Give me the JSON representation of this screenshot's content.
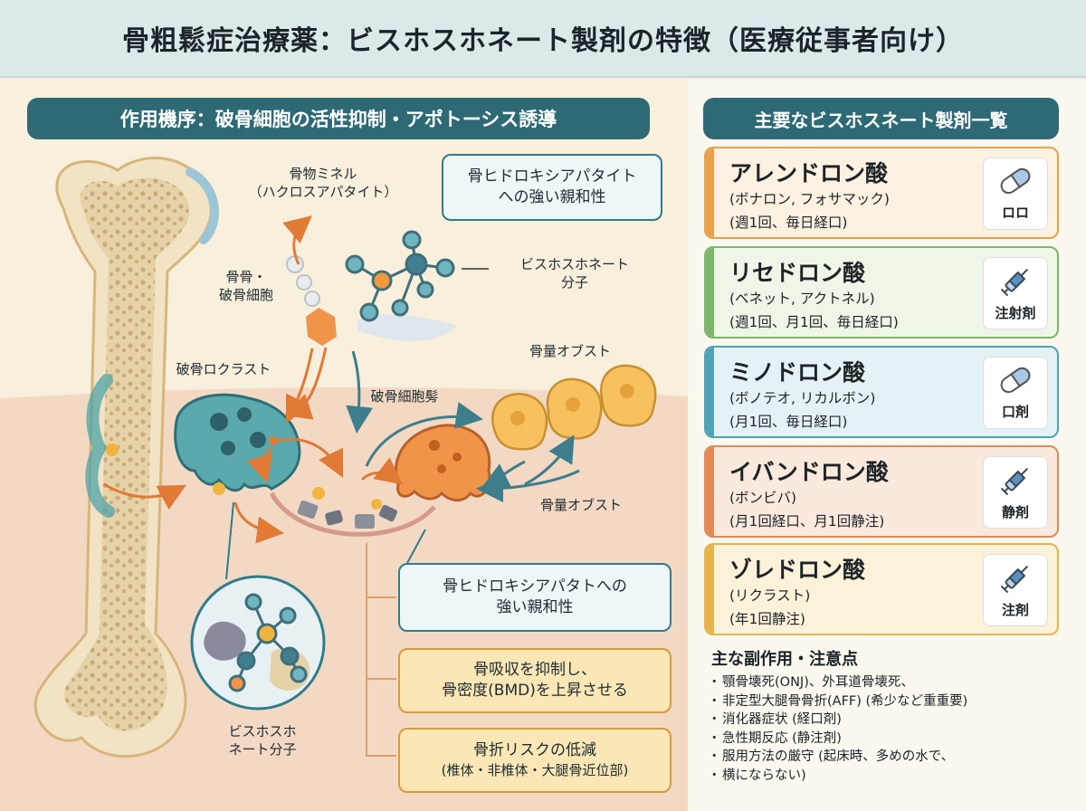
{
  "title": "骨粗鬆症治療薬：ビスホスホネート製剤の特徴（医療従事者向け）",
  "mechanism": {
    "header": "作用機序：破骨細胞の活性抑制・アポトーシス誘導",
    "labels": {
      "bone_mineral_1": "骨物ミネル",
      "bone_mineral_2": "（ハクロスアパタイト）",
      "bone_cell_1": "骨骨・",
      "bone_cell_2": "破骨細胞",
      "osteoclast": "破骨ロクラスト",
      "osteoclast_arrow": "破骨細胞髣",
      "bp_molecule_1": "ビスホスホネート",
      "bp_molecule_2": "分子",
      "osteoblast_top": "骨量オブスト",
      "osteoblast_bottom": "骨量オブスト",
      "inset_1": "ビスホスホ",
      "inset_2": "ネート分子"
    },
    "callout_top_1": "骨ヒドロキシアパタイト",
    "callout_top_2": "への強い親和性",
    "callout_mid_1": "骨ヒドロキシアパタトへの",
    "callout_mid_2": "強い親和性",
    "effect1_line1": "骨吸収を抑制し、",
    "effect1_line2": "骨密度(BMD)を上昇させる",
    "effect2_line1": "骨折リスクの低減",
    "effect2_line2": "(椎体・非椎体・大腿骨近位部)"
  },
  "drug_list": {
    "header": "主要なビスホスネート製剤一覧",
    "drugs": [
      {
        "name": "アレンドロン酸",
        "brand": "(ボナロン, フォサマック)",
        "freq": "(週1回、毎日経口)",
        "route": "ロロ",
        "icon": "capsule-icon",
        "color": "#e9a24c",
        "bg": "#fdf1e1"
      },
      {
        "name": "リセドロン酸",
        "brand": "(ベネット, アクトネル)",
        "freq": "(週1回、月1回、毎日経口)",
        "route": "注射剤",
        "icon": "syringe-icon",
        "color": "#7db66b",
        "bg": "#eef6e7"
      },
      {
        "name": "ミノドロン酸",
        "brand": "(ボノテオ, リカルボン)",
        "freq": "(月1回、毎日経口)",
        "route": "口剤",
        "icon": "capsule-icon",
        "color": "#4fa3b7",
        "bg": "#e5f2f5"
      },
      {
        "name": "イバンドロン酸",
        "brand": "(ボンビバ)",
        "freq": "(月1回経口、月1回静注)",
        "route": "静剤",
        "icon": "syringe-icon",
        "color": "#e28a55",
        "bg": "#fbe9dd"
      },
      {
        "name": "ゾレドロン酸",
        "brand": "(リクラスト)",
        "freq": "(年1回静注)",
        "route": "注剤",
        "icon": "syringe-icon",
        "color": "#e5b54b",
        "bg": "#fcf2da"
      }
    ]
  },
  "side_effects": {
    "title": "主な副作用・注意点",
    "items": [
      "顎骨壊死(ONJ)、外耳道骨壊死、",
      "非定型大腿骨骨折(AFF) (希少など重重要)",
      "消化器症状 (経口剤)",
      "急性期反応 (静注剤)",
      "服用方法の厳守 (起床時、多めの水で、",
      "横にならない)"
    ]
  },
  "colors": {
    "header_teal": "#2e6a75",
    "osteoclast": "#4ea3a8",
    "osteoblast": "#e8893f",
    "molecule": "#5aa9b3",
    "arrow": "#e07a35"
  }
}
